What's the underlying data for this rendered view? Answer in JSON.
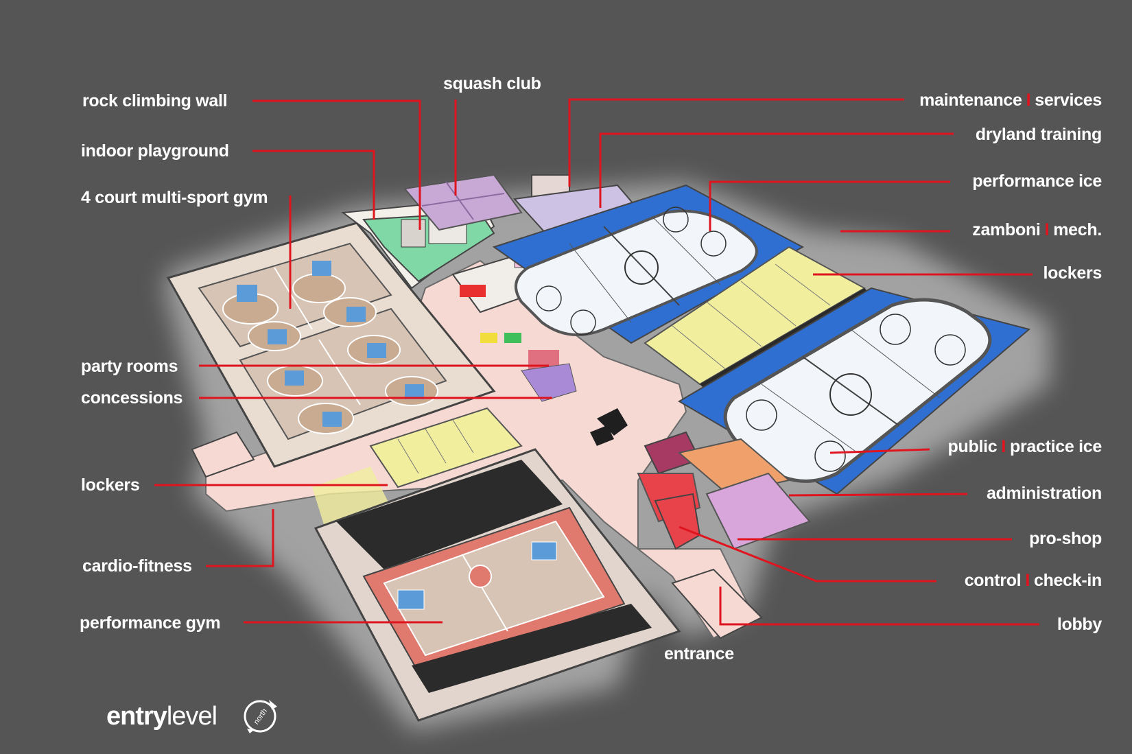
{
  "labels_left": [
    {
      "id": "rock-climbing-wall",
      "text": "rock climbing wall"
    },
    {
      "id": "indoor-playground",
      "text": "indoor playground"
    },
    {
      "id": "multi-sport-gym",
      "text": "4 court multi-sport gym"
    },
    {
      "id": "party-rooms",
      "text": "party rooms"
    },
    {
      "id": "concessions",
      "text": "concessions"
    },
    {
      "id": "lockers-left",
      "text": "lockers"
    },
    {
      "id": "cardio-fitness",
      "text": "cardio-fitness"
    },
    {
      "id": "performance-gym",
      "text": "performance gym"
    }
  ],
  "labels_top": [
    {
      "id": "squash-club",
      "text": "squash club"
    }
  ],
  "labels_right": [
    {
      "id": "maintenance-services",
      "a": "maintenance",
      "b": "services"
    },
    {
      "id": "dryland-training",
      "text": "dryland training"
    },
    {
      "id": "performance-ice",
      "text": "performance ice"
    },
    {
      "id": "zamboni-mech",
      "a": "zamboni",
      "b": "mech."
    },
    {
      "id": "lockers-right",
      "text": "lockers"
    },
    {
      "id": "public-practice-ice",
      "a": "public",
      "b": "practice ice"
    },
    {
      "id": "administration",
      "text": "administration"
    },
    {
      "id": "pro-shop",
      "text": "pro-shop"
    },
    {
      "id": "control-check-in",
      "a": "control",
      "b": "check-in"
    },
    {
      "id": "lobby",
      "text": "lobby"
    }
  ],
  "labels_bottom": [
    {
      "id": "entrance",
      "text": "entrance"
    }
  ],
  "separator": "I",
  "brand": {
    "bold": "entry",
    "light": "level",
    "compass": "north"
  },
  "colors": {
    "background": "#555555",
    "leader": "#e0141e",
    "ice": "#f2f6fb",
    "rink_surround": "#2f6fd1",
    "corridor": "#f6d9d2",
    "lockers": "#f1ee9e",
    "squash": "#c8a9d6",
    "playground": "#7fd8a6",
    "court": "#d7c4b5",
    "key_blue": "#5b9bd8",
    "performance_border": "#e07a6e",
    "admin": "#f0a06a",
    "control": "#e8424b",
    "pro_shop": "#d8a6db"
  }
}
